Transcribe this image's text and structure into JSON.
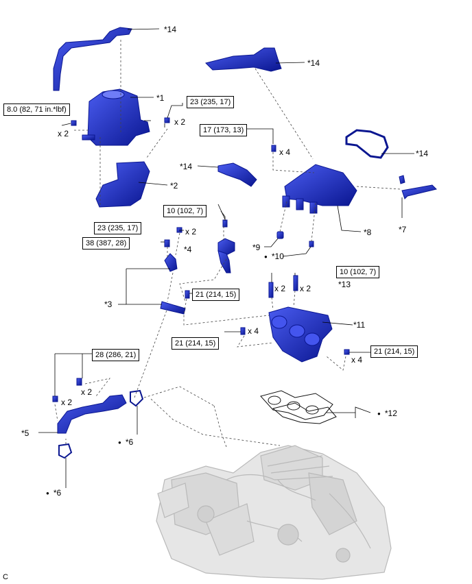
{
  "parts": {
    "p1": "*1",
    "p2": "*2",
    "p3": "*3",
    "p4": "*4",
    "p5": "*5",
    "p6a": "*6",
    "p6b": "*6",
    "p7": "*7",
    "p8": "*8",
    "p9": "*9",
    "p10": "*10",
    "p11": "*11",
    "p12": "*12",
    "p13": "*13",
    "p14a": "*14",
    "p14b": "*14",
    "p14c": "*14",
    "p14d": "*14"
  },
  "torques": {
    "t1": "8.0 (82, 71 in.*lbf)",
    "t2": "23 (235, 17)",
    "t3": "17 (173, 13)",
    "t4": "10 (102, 7)",
    "t5": "23 (235, 17)",
    "t6": "38 (387, 28)",
    "t7": "21 (214, 15)",
    "t8": "10 (102, 7)",
    "t9": "21 (214, 15)",
    "t10": "21 (214, 15)",
    "t11": "28 (286, 21)"
  },
  "quantities": {
    "q1": "x 2",
    "q2": "x 2",
    "q3": "x 4",
    "q4": "x 2",
    "q5": "x 2",
    "q6": "x 2",
    "q7": "x 4",
    "q8": "x 4",
    "q9": "x 2",
    "q10": "x 2"
  },
  "corner_code": "C",
  "colors": {
    "part_blue": "#1f2fd4",
    "part_dark": "#0a1690",
    "engine_gray": "#cfcfcf"
  }
}
